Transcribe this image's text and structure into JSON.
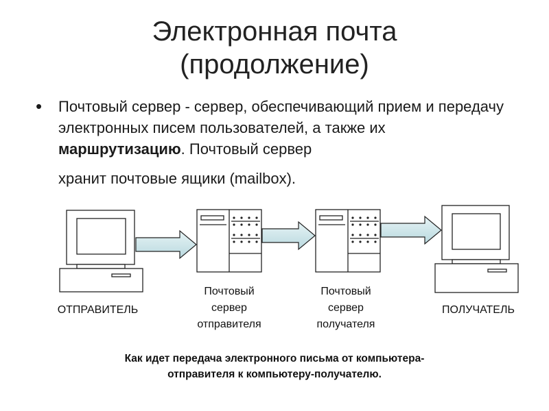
{
  "title": {
    "line1": "Электронная почта",
    "line2": "(продолжение)"
  },
  "bullet": {
    "text_before": "Почтовый сервер - сервер, обеспечивающий прием и передачу электронных писем пользователей, а также их ",
    "bold": "маршрутизацию",
    "text_after": ". Почтовый сервер",
    "last_line": "хранит почтовые ящики (mailbox)."
  },
  "diagram": {
    "sender_label": "ОТПРАВИТЕЛЬ",
    "sender_server_label": [
      "Почтовый",
      "сервер",
      "отправителя"
    ],
    "receiver_server_label": [
      "Почтовый",
      "сервер",
      "получателя"
    ],
    "receiver_label": "ПОЛУЧАТЕЛЬ",
    "colors": {
      "arrow_fill": "#cfe6ea",
      "outline": "#222222",
      "device_fill": "#ffffff"
    }
  },
  "caption": {
    "line1": "Как идет передача электронного письма от компьютера-",
    "line2": "отправителя к компьютеру-получателю."
  }
}
